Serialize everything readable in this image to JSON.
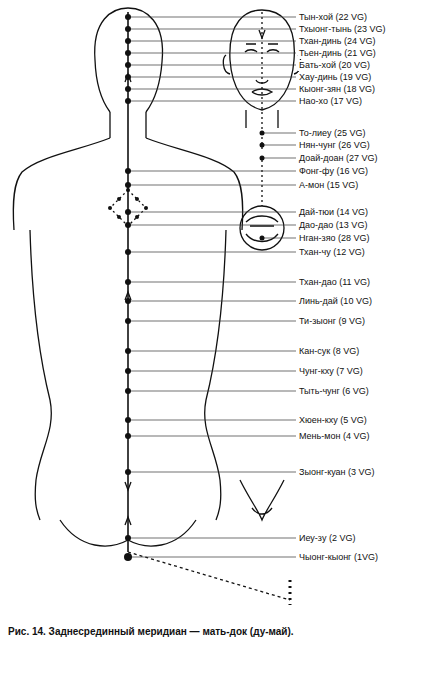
{
  "diagram": {
    "caption": "Рис. 14. Заднесрединный меридиан — мать-док (ду-май).",
    "labels": [
      "Тын-хой (22 VG)",
      "Тхыонг-тынь (23 VG)",
      "Тхан-динь (24 VG)",
      "Тьен-динь (21 VG)",
      "Бать-хой (20 VG)",
      "Хау-динь (19 VG)",
      "Кыонг-зян (18 VG)",
      "Нао-хо (17 VG)",
      "То-лиеу (25 VG)",
      "Нян-чунг (26 VG)",
      "Доай-доан (27 VG)",
      "Фонг-фу (16 VG)",
      "А-мон (15 VG)",
      "Дай-тюи (14 VG)",
      "Дао-дао (13 VG)",
      "Нган-зяо (28 VG)",
      "Тхан-чу (12 VG)",
      "Тхан-дао (11 VG)",
      "Линь-дай (10 VG)",
      "Ти-зыонг (9 VG)",
      "Кан-сук (8 VG)",
      "Чунг-кху (7 VG)",
      "Тыть-чунг (6 VG)",
      "Хюен-кху (5 VG)",
      "Мень-мон (4 VG)",
      "Зыонг-куан (3 VG)",
      "Иеу-зу (2 VG)",
      "Чыонг-кыонг (1VG)"
    ]
  }
}
